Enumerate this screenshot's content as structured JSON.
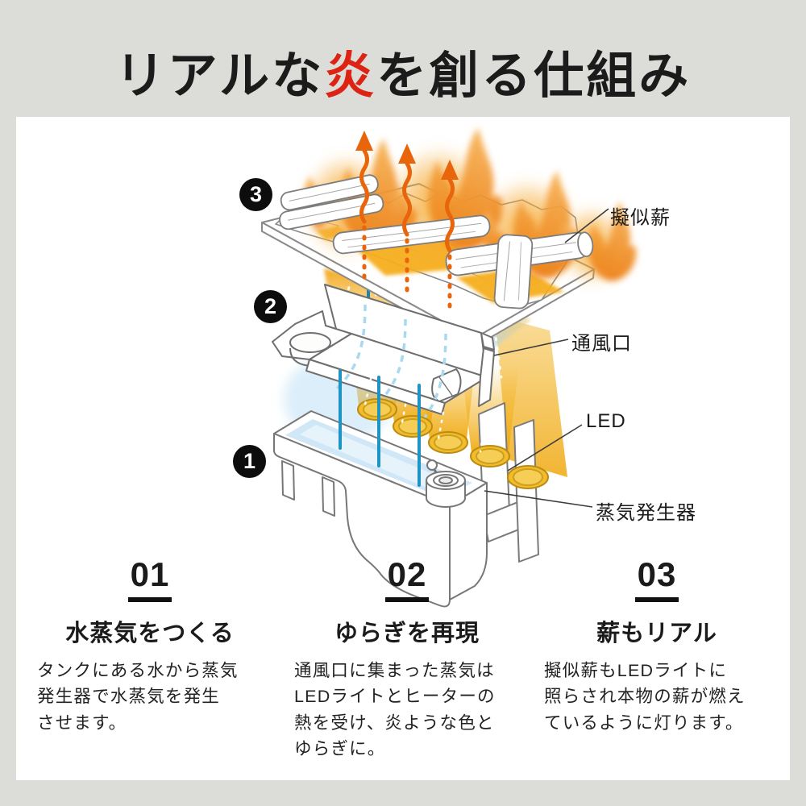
{
  "page": {
    "title_pre": "リアルな",
    "title_highlight": "炎",
    "title_post": "を創る仕組み"
  },
  "diagram": {
    "markers": [
      {
        "digit": "3"
      },
      {
        "digit": "2"
      },
      {
        "digit": "1"
      }
    ],
    "labels": [
      {
        "text": "擬似薪"
      },
      {
        "text": "通風口"
      },
      {
        "text": "LED"
      },
      {
        "text": "蒸気発生器"
      }
    ]
  },
  "steps": [
    {
      "number": "01",
      "heading": "水蒸気をつくる",
      "body": "タンクにある水から蒸気\n発生器で水蒸気を発生\nさせます。"
    },
    {
      "number": "02",
      "heading": "ゆらぎを再現",
      "body": "通風口に集まった蒸気は\nLEDライトとヒーターの\n熱を受け、炎ような色と\nゆらぎに。"
    },
    {
      "number": "03",
      "heading": "薪もリアル",
      "body": "擬似薪もLEDライトに\n照らされ本物の薪が燃え\nているように灯ります。"
    }
  ],
  "colors": {
    "background": "#dcdcd8",
    "panel": "#ffffff",
    "accent_red": "#dc2314",
    "flame_orange": "#ef8c1f",
    "led_gold": "#f2b427",
    "steam_blue": "#1f93c4",
    "water_blue": "#cfe7f7",
    "text": "#1b1b1b"
  }
}
